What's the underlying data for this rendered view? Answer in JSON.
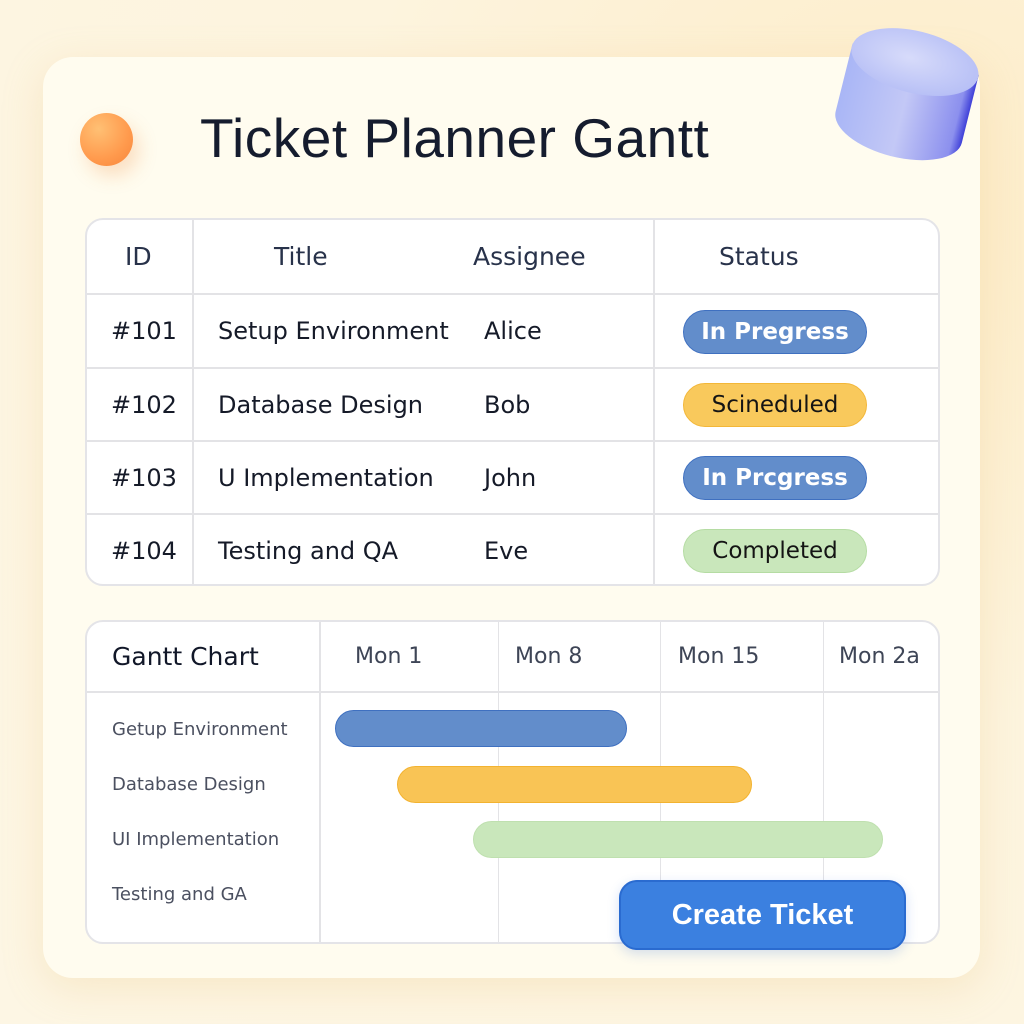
{
  "header": {
    "title": "Ticket Planner Gantt"
  },
  "tickets_table": {
    "columns": [
      "ID",
      "Title",
      "Assignee",
      "Status"
    ],
    "rows": [
      {
        "id": "#101",
        "title": "Setup Environment",
        "assignee": "Alice",
        "status": "In Pregress",
        "status_color": "#628dcb",
        "status_text_color": "#ffffff"
      },
      {
        "id": "#102",
        "title": "Database Design",
        "assignee": "Bob",
        "status": "Scineduled",
        "status_color": "#f9c95c",
        "status_text_color": "#141414"
      },
      {
        "id": "#103",
        "title": "U Implementation",
        "assignee": "John",
        "status": "In Prcgress",
        "status_color": "#628dcb",
        "status_text_color": "#ffffff"
      },
      {
        "id": "#104",
        "title": "Testing and QA",
        "assignee": "Eve",
        "status": "Completed",
        "status_color": "#c9e7bb",
        "status_text_color": "#141414"
      }
    ]
  },
  "gantt": {
    "title": "Gantt Chart",
    "weeks": [
      "Mon 1",
      "Mon 8",
      "Mon 15",
      "Mon 2a"
    ],
    "tasks": [
      {
        "label": "Getup Environment",
        "color": "#628dcb"
      },
      {
        "label": "Database Design",
        "color": "#f9c455"
      },
      {
        "label": "UI Implementation",
        "color": "#c9e7bb"
      },
      {
        "label": "Testing and GA",
        "color": null
      }
    ]
  },
  "actions": {
    "create_ticket_label": "Create Ticket"
  },
  "colors": {
    "primary": "#3b80e0",
    "in_progress": "#628dcb",
    "scheduled": "#f9c95c",
    "completed": "#c9e7bb",
    "accent_orb": "#ff9a4d",
    "page_bg": "#fdf4de"
  }
}
